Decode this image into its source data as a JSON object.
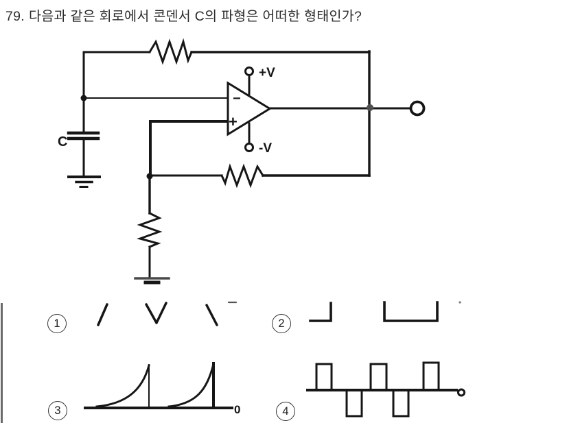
{
  "question": {
    "number": "79.",
    "text": "다음과 같은 회로에서 콘덴서 C의 파형은 어떠한 형태인가?"
  },
  "circuit": {
    "capacitor_label": "C",
    "supply_positive_label": "+V",
    "supply_negative_label": "-V",
    "inverting_input_label": "−",
    "noninverting_input_label": "+"
  },
  "options": [
    {
      "number": "1",
      "waveform": "triangle-wave-segments"
    },
    {
      "number": "2",
      "waveform": "square-wave"
    },
    {
      "number": "3",
      "waveform": "exponential-sawtooth",
      "axis_end_label": "0"
    },
    {
      "number": "4",
      "waveform": "alternating-rectangular-pulses"
    }
  ],
  "colors": {
    "ink": "#161616",
    "paper": "#ffffff",
    "faint": "#6a6a6a"
  }
}
